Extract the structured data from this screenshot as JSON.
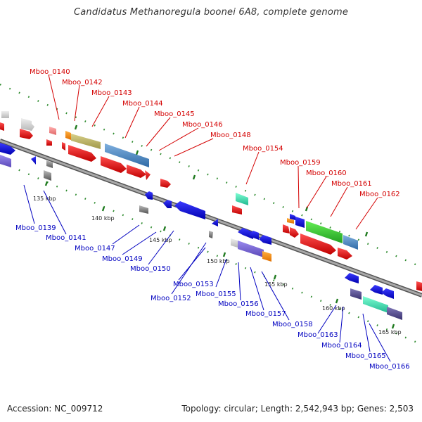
{
  "title": "Candidatus Methanoregula boonei 6A8, complete genome",
  "footer": {
    "accession": "Accession: NC_009712",
    "summary": "Topology: circular; Length: 2,542,943 bp; Genes: 2,503"
  },
  "colors": {
    "top_labels": "#d40000",
    "bottom_labels": "#0000c0",
    "backbone": "#7a7a7a",
    "tick_dots": "#2e8b2e"
  },
  "ticks": [
    "135 kbp",
    "140 kbp",
    "145 kbp",
    "150 kbp",
    "155 kbp",
    "160 kbp",
    "165 kbp"
  ],
  "top_labels": [
    "Mboo_0140",
    "Mboo_0142",
    "Mboo_0143",
    "Mboo_0144",
    "Mboo_0145",
    "Mboo_0146",
    "Mboo_0148",
    "Mboo_0154",
    "Mboo_0159",
    "Mboo_0160",
    "Mboo_0161",
    "Mboo_0162"
  ],
  "bottom_labels": [
    "Mboo_0139",
    "Mboo_0141",
    "Mboo_0147",
    "Mboo_0149",
    "Mboo_0150",
    "Mboo_0153",
    "Mboo_0152",
    "Mboo_0155",
    "Mboo_0156",
    "Mboo_0157",
    "Mboo_0158",
    "Mboo_0163",
    "Mboo_0164",
    "Mboo_0165",
    "Mboo_0166"
  ]
}
